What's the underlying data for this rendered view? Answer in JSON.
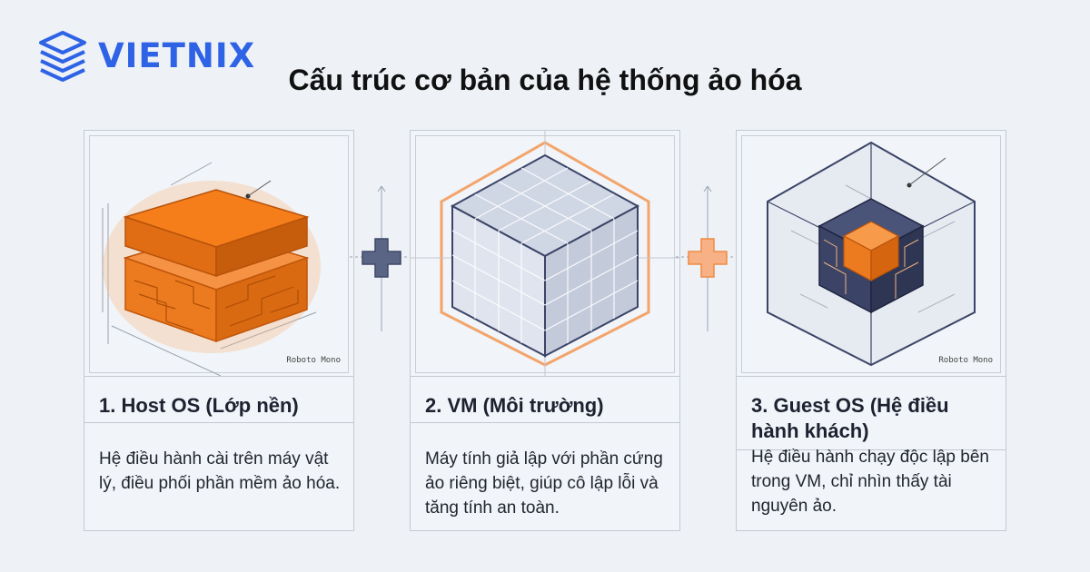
{
  "brand": {
    "name": "VIETNIX",
    "icon": "layered-stack-icon",
    "color": "#2f63e6"
  },
  "title": "Cấu trúc cơ bản của hệ thống ảo hóa",
  "colors": {
    "accent_orange": "#f07c23",
    "navy": "#3b4466",
    "background": "#eef2f7"
  },
  "cards": [
    {
      "title": "1. Host OS (Lớp nền)",
      "description": "Hệ điều hành cài trên máy vật lý, điều phối phần mềm ảo hóa.",
      "label": "Roboto Mono",
      "icon": "orange-layered-blocks-icon"
    },
    {
      "title": "2. VM (Môi trường)",
      "description": "Máy tính giả lập với phần cứng ảo riêng biệt, giúp cô lập lỗi và tăng tính an toàn.",
      "icon": "wireframe-cube-icon"
    },
    {
      "title": "3. Guest OS (Hệ điều hành khách)",
      "description": "Hệ điều hành chạy độc lập bên trong VM, chỉ nhìn thấy tài nguyên ảo.",
      "label": "Roboto Mono",
      "icon": "cube-in-cube-icon"
    }
  ],
  "connectors": [
    {
      "icon": "plus-icon",
      "color": "#5a6585"
    },
    {
      "icon": "plus-icon",
      "color": "#f39a55"
    }
  ]
}
